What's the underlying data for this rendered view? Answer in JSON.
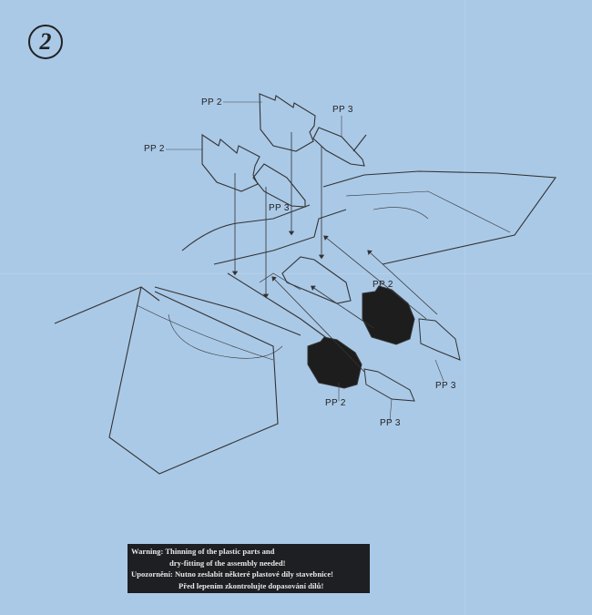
{
  "step_number": "2",
  "labels": {
    "pp2_top": "PP 2",
    "pp3_top": "PP 3",
    "pp2_left": "PP 2",
    "pp3_mid": "PP 3",
    "pp2_right": "PP 2",
    "pp2_bottom": "PP 2",
    "pp3_right": "PP 3",
    "pp3_bottom": "PP 3"
  },
  "warning": {
    "line1": "Warning: Thinning of the plastic parts and",
    "line2": "dry-fitting of the assembly needed!",
    "line3": "Upozornění: Nutno zeslabit některé plastové díly stavebnice!",
    "line4": "Před lepením zkontrolujte dopasování dílů!"
  }
}
